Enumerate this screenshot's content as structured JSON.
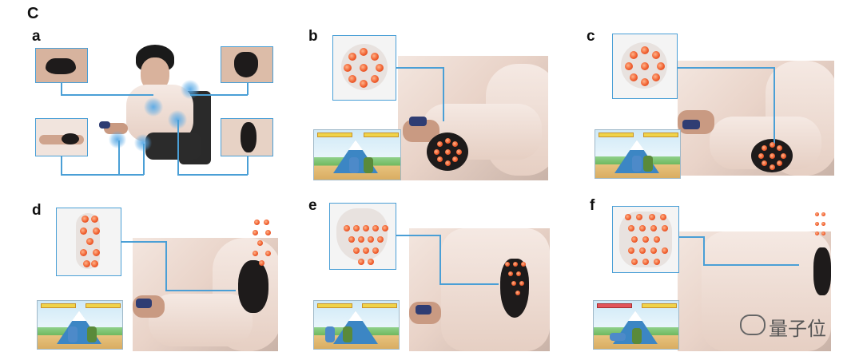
{
  "header_label": "C",
  "panels": [
    {
      "id": "a",
      "label": "a"
    },
    {
      "id": "b",
      "label": "b"
    },
    {
      "id": "c",
      "label": "c"
    },
    {
      "id": "d",
      "label": "d"
    },
    {
      "id": "e",
      "label": "e"
    },
    {
      "id": "f",
      "label": "f"
    }
  ],
  "game_title": "",
  "watermark": "量子位",
  "colors": {
    "connector": "#4a9fd6",
    "patch": "#1e1b1b",
    "stimulator": "#e8502a",
    "sweater": "#ecd7cb"
  },
  "icons": {
    "watermark": "wechat-icon"
  }
}
